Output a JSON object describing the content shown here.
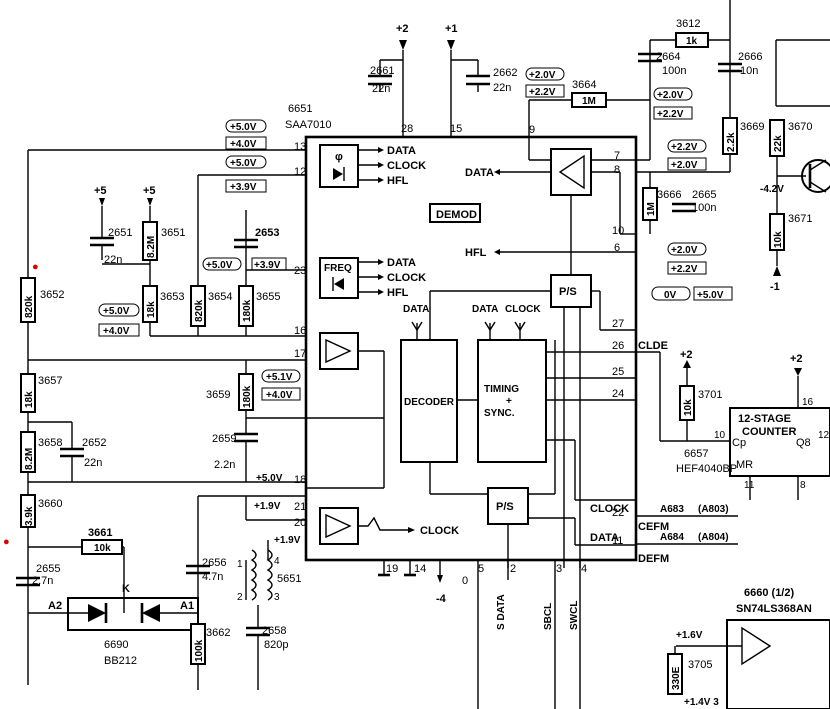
{
  "ic": {
    "ref": "6651",
    "part": "SAA7010",
    "demod": "DEMOD",
    "decoder": "DECODER",
    "timing": [
      "TIMING",
      "+",
      "SYNC."
    ],
    "freq": "FREQ",
    "ps": "P/S",
    "phi": "φ",
    "data": "DATA",
    "clock": "CLOCK",
    "hfl": "HFL",
    "clde": "CLDE",
    "pins": [
      "28",
      "15",
      "13",
      "12",
      "23",
      "16",
      "17",
      "18",
      "21",
      "20",
      "9",
      "7",
      "8",
      "10",
      "6",
      "27",
      "26",
      "25",
      "24",
      "22",
      "11",
      "19",
      "14",
      "5",
      "2",
      "3",
      "4"
    ],
    "bottom_signals": [
      "S DATA",
      "SBCL",
      "SWCL"
    ]
  },
  "supplies": [
    "+2",
    "+1",
    "+5",
    "+5",
    "+2",
    "+2",
    "-1",
    "-4",
    "0"
  ],
  "components": {
    "resistors": [
      {
        "ref": "3652",
        "value": "820k"
      },
      {
        "ref": "3657",
        "value": "18k"
      },
      {
        "ref": "3658",
        "value": "8.2M"
      },
      {
        "ref": "3660",
        "value": "3.9k"
      },
      {
        "ref": "3661",
        "value": "10k"
      },
      {
        "ref": "3651",
        "value": "8.2M"
      },
      {
        "ref": "3653",
        "value": "18k"
      },
      {
        "ref": "3654",
        "value": "820k"
      },
      {
        "ref": "3655",
        "value": "180k"
      },
      {
        "ref": "3659",
        "value": "180k"
      },
      {
        "ref": "3662",
        "value": "100k"
      },
      {
        "ref": "3664",
        "value": "1M"
      },
      {
        "ref": "3612",
        "value": "1k"
      },
      {
        "ref": "3669",
        "value": "2.2k"
      },
      {
        "ref": "3670",
        "value": "22k"
      },
      {
        "ref": "3671",
        "value": "10k"
      },
      {
        "ref": "3666",
        "value": "1M"
      },
      {
        "ref": "3701",
        "value": "10k"
      },
      {
        "ref": "3705",
        "value": "330E"
      }
    ],
    "capacitors": [
      {
        "ref": "2661",
        "value": "22n"
      },
      {
        "ref": "2662",
        "value": "22n"
      },
      {
        "ref": "2651",
        "value": "22n"
      },
      {
        "ref": "2653",
        "value": ""
      },
      {
        "ref": "2652",
        "value": "22n"
      },
      {
        "ref": "2659",
        "value": "2.2n"
      },
      {
        "ref": "2655",
        "value": "2.7n"
      },
      {
        "ref": "2656",
        "value": "4.7n"
      },
      {
        "ref": "2658",
        "value": "820p"
      },
      {
        "ref": "2664",
        "value": "100n"
      },
      {
        "ref": "2666",
        "value": "10n"
      },
      {
        "ref": "2665",
        "value": "100n"
      }
    ],
    "diode": {
      "ref": "6690",
      "part": "BB212",
      "a1": "A1",
      "a2": "A2",
      "k": "K"
    },
    "coil": {
      "ref": "5651",
      "pins": [
        "1",
        "2",
        "3",
        "4"
      ]
    },
    "counter": {
      "title": "12-STAGE",
      "subtitle": "COUNTER",
      "ref": "6657",
      "part": "HEF4040BP",
      "cp": "Cp",
      "q8": "Q8",
      "mr": "MR",
      "pins": [
        "16",
        "10",
        "12",
        "11",
        "8"
      ]
    },
    "buffer": {
      "ref": "6660 (1/2)",
      "part": "SN74LS368AN"
    }
  },
  "voltages": [
    "+5.0V",
    "+4.0V",
    "+5.0V",
    "+3.9V",
    "+5.0V",
    "+3.9V",
    "+5.0V",
    "+4.0V",
    "+5.1V",
    "+4.0V",
    "+5.0V",
    "+1.9V",
    "+1.9V",
    "+2.0V",
    "+2.2V",
    "+2.0V",
    "+2.2V",
    "+2.2V",
    "+2.0V",
    "+2.0V",
    "+2.2V",
    "0V",
    "+5.0V",
    "-4.2V",
    "+1.6V",
    "+1.4V 3"
  ],
  "signals": {
    "clock_out": "CLOCK",
    "clock22": "CLOCK",
    "cefm": "CEFM",
    "a683": "A683",
    "a803": "(A803)",
    "data11": "DATA",
    "defm": "DEFM",
    "a684": "A684",
    "a804": "(A804)"
  }
}
